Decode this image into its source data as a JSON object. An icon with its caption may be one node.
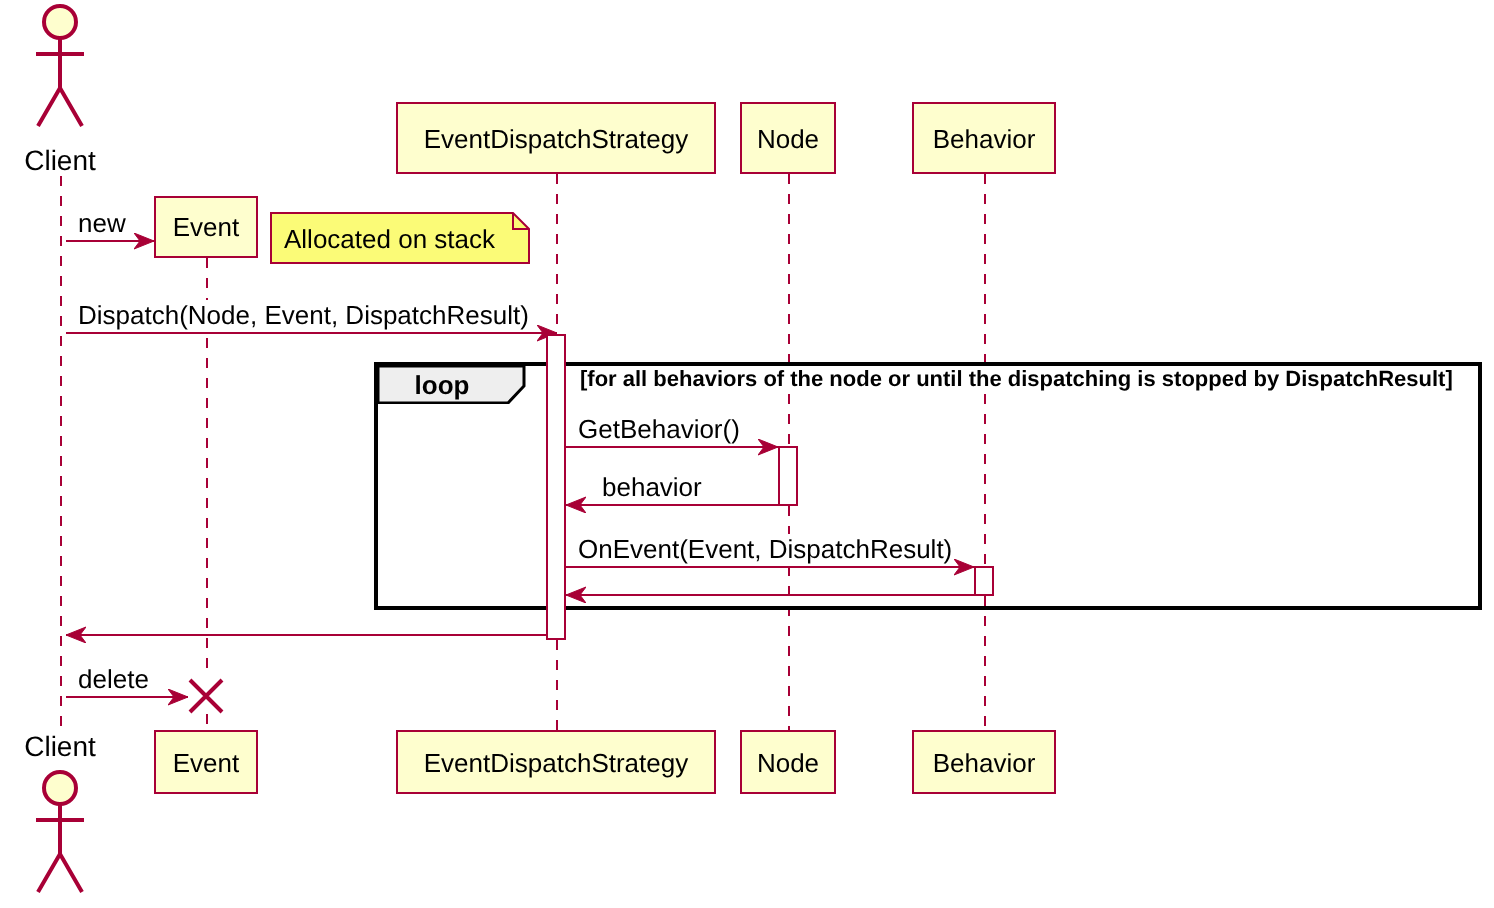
{
  "diagram": {
    "nodes": [
      {
        "text": [
          "Client"
        ]
      },
      {
        "text": [],
        "shape": "line"
      },
      {
        "text": [
          "Event"
        ]
      },
      {
        "text": [
          "Allocated on stack"
        ]
      },
      {
        "text": [
          "EventDispatchStrategy"
        ]
      },
      {
        "text": [
          "Node"
        ]
      },
      {
        "text": [
          "Behavior"
        ]
      },
      {
        "text": [],
        "shape": "bar"
      },
      {
        "text": [
          "loop",
          "[for all behaviors of the node or until the dispatching is stopped by DispatchResult]"
        ]
      },
      {
        "text": [],
        "shape": "bar",
        "in": 8
      },
      {
        "text": [],
        "shape": "bar",
        "in": 8
      },
      {
        "text": [],
        "shape": "cross"
      },
      {
        "text": [
          "Client"
        ]
      },
      {
        "text": [
          "Event"
        ]
      },
      {
        "text": [
          "EventDispatchStrategy"
        ]
      },
      {
        "text": [
          "Node"
        ]
      },
      {
        "text": [
          "Behavior"
        ]
      }
    ],
    "edges": [
      {
        "from": 1,
        "to": 2,
        "label": "new",
        "arrow": "to"
      },
      {
        "from": 1,
        "to": 7,
        "label": "Dispatch(Node, Event, DispatchResult)",
        "arrow": "to"
      },
      {
        "from": 7,
        "to": 9,
        "label": "GetBehavior()",
        "arrow": "to"
      },
      {
        "from": 9,
        "to": 7,
        "label": "behavior",
        "arrow": "to"
      },
      {
        "from": 7,
        "to": 10,
        "label": "OnEvent(Event, DispatchResult)",
        "arrow": "to"
      },
      {
        "from": 10,
        "to": 7,
        "arrow": "to"
      },
      {
        "from": 7,
        "to": 1,
        "arrow": "to"
      },
      {
        "from": 1,
        "to": 11,
        "label": "delete",
        "arrow": "to"
      },
      {
        "from": 2,
        "to": 11,
        "arrow": "none",
        "style": "dashed"
      },
      {
        "from": 11,
        "to": 13,
        "arrow": "none",
        "style": "dashed"
      },
      {
        "from": 4,
        "to": 7,
        "arrow": "none",
        "style": "dashed"
      },
      {
        "from": 7,
        "to": 14,
        "arrow": "none",
        "style": "dashed"
      },
      {
        "from": 5,
        "to": 9,
        "arrow": "none",
        "style": "dashed"
      },
      {
        "from": 9,
        "to": 15,
        "arrow": "none",
        "style": "dashed"
      },
      {
        "from": 6,
        "to": 10,
        "arrow": "none",
        "style": "dashed"
      },
      {
        "from": 10,
        "to": 16,
        "arrow": "none",
        "style": "dashed"
      }
    ]
  }
}
